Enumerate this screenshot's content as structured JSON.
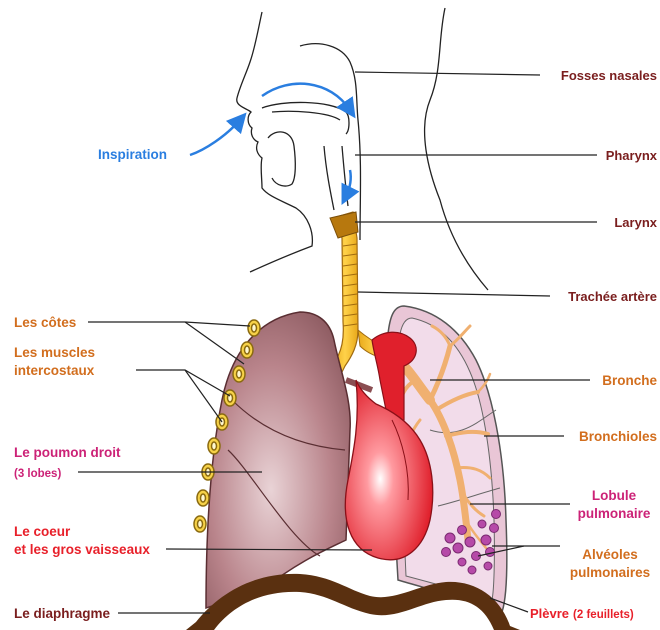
{
  "labels": {
    "fosses_nasales": "Fosses nasales",
    "inspiration": "Inspiration",
    "pharynx": "Pharynx",
    "larynx": "Larynx",
    "trachee": "Trachée artère",
    "cotes": "Les côtes",
    "muscles_1": "Les muscles",
    "muscles_2": "intercostaux",
    "bronche": "Bronche",
    "poumon_1": "Le poumon droit",
    "poumon_2": "(3 lobes)",
    "bronchioles": "Bronchioles",
    "lobule_1": "Lobule",
    "lobule_2": "pulmonaire",
    "coeur_1": "Le coeur",
    "coeur_2": "et les gros vaisseaux",
    "alveoles_1": "Alvéoles",
    "alveoles_2": "pulmonaires",
    "diaphragme": "Le diaphragme",
    "plevre_1": "Plèvre",
    "plevre_2": "(2 feuillets)"
  },
  "colors": {
    "head_labels": "#7a1e1e",
    "left_labels": "#d26e1e",
    "poumon_label": "#cc2277",
    "coeur_label": "#e8202a",
    "right_orange": "#d26e1e",
    "lobule_label": "#cc2277",
    "inspiration": "#2a7ee0",
    "diaphragme_label": "#7a1e1e"
  }
}
